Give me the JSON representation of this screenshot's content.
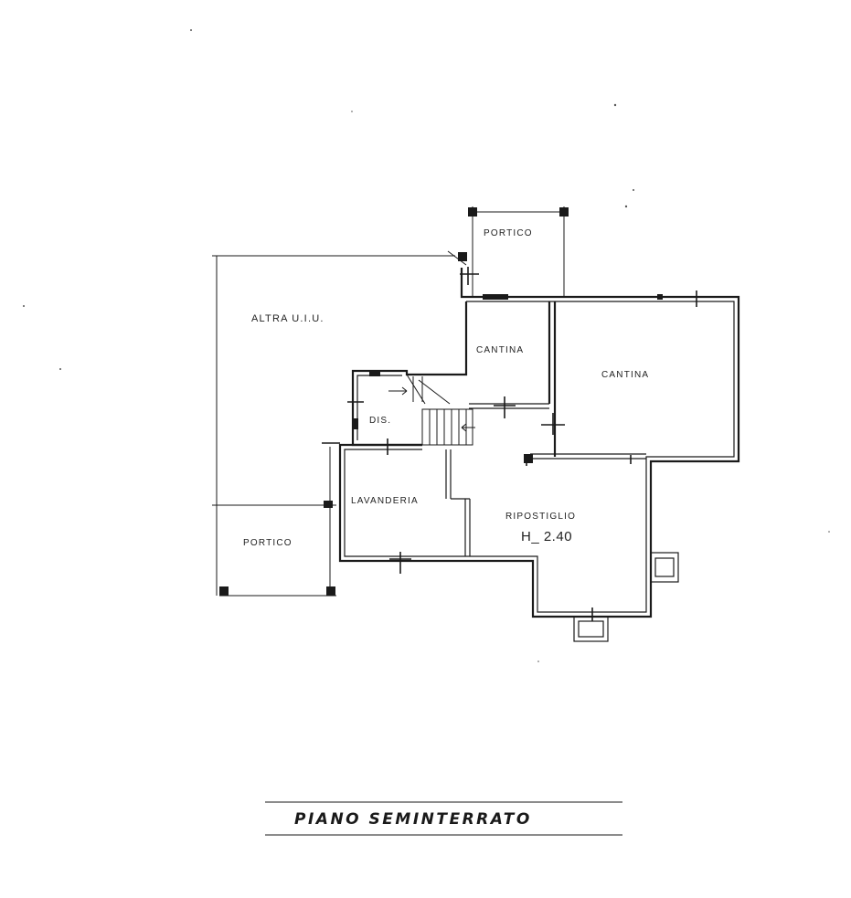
{
  "drawing": {
    "floor_title": "PIANO SEMINTERRATO",
    "rooms": {
      "portico_top": "PORTICO",
      "altra_uiu": "ALTRA U.I.U.",
      "cantina_small": "CANTINA",
      "cantina_large": "CANTINA",
      "dis": "DIS.",
      "lavanderia": "LAVANDERIA",
      "ripostiglio": "RIPOSTIGLIO",
      "ripostiglio_height": "H_ 2.40",
      "portico_bottom": "PORTICO"
    }
  }
}
